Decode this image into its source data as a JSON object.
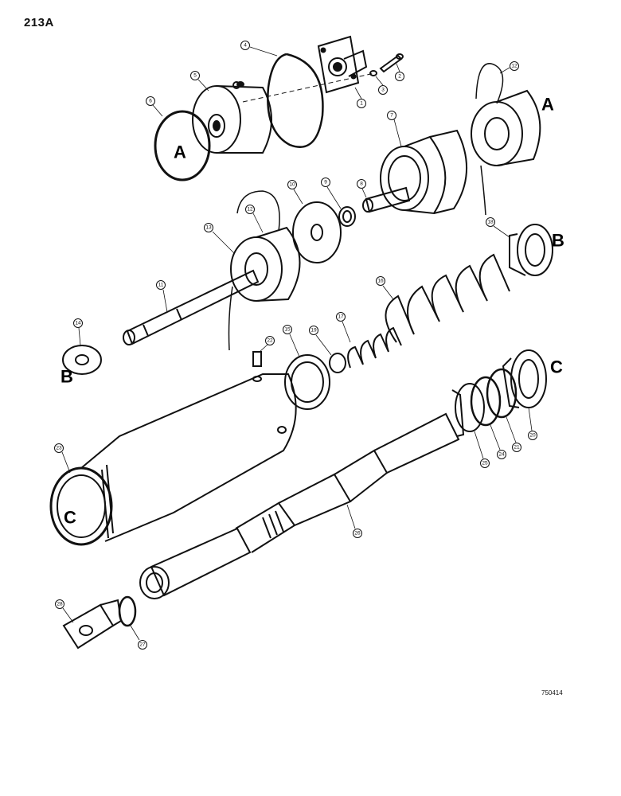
{
  "page_number": "213A",
  "drawing_code": "750414",
  "reference_letters": {
    "a": "A",
    "b": "B",
    "c": "C"
  },
  "callouts": {
    "c1": "1",
    "c2": "2",
    "c3": "3",
    "c4": "4",
    "c5": "5",
    "c6": "6",
    "c7": "7",
    "c8": "8",
    "c9": "9",
    "c10": "10",
    "c11": "11",
    "c12": "12",
    "c12b": "12",
    "c13": "13",
    "c14": "14",
    "c15": "15",
    "c16": "16",
    "c17": "17",
    "c18": "18",
    "c19": "19",
    "c20": "20",
    "c21": "21",
    "c22": "22",
    "c23": "23",
    "c24": "24",
    "c25": "25",
    "c26": "26",
    "c27": "27",
    "c28": "28"
  }
}
